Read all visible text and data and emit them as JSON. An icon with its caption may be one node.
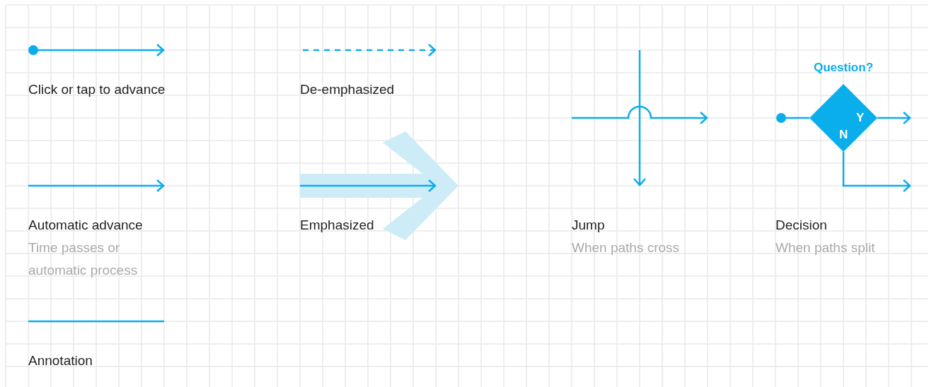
{
  "diagram": {
    "nodes": [
      {
        "text": [
          "Question?",
          "Y",
          "N"
        ]
      },
      {
        "text": [],
        "shape": "circle"
      }
    ],
    "edges": [
      {
        "from": 1,
        "to": 0,
        "arrow": "none"
      },
      {
        "from": 0,
        "to": null,
        "arrow": "to"
      },
      {
        "from": 0,
        "to": null,
        "arrow": "to"
      }
    ],
    "labels": [
      "Time passes or automatic process",
      "When paths cross",
      "When paths split"
    ],
    "legend": [
      {
        "text": "Click or tap to advance"
      },
      {
        "text": "De-emphasized"
      },
      {
        "text": "Automatic advance"
      },
      {
        "text": "Emphasized"
      },
      {
        "text": "Jump"
      },
      {
        "text": "Decision"
      },
      {
        "text": "Annotation"
      }
    ]
  }
}
